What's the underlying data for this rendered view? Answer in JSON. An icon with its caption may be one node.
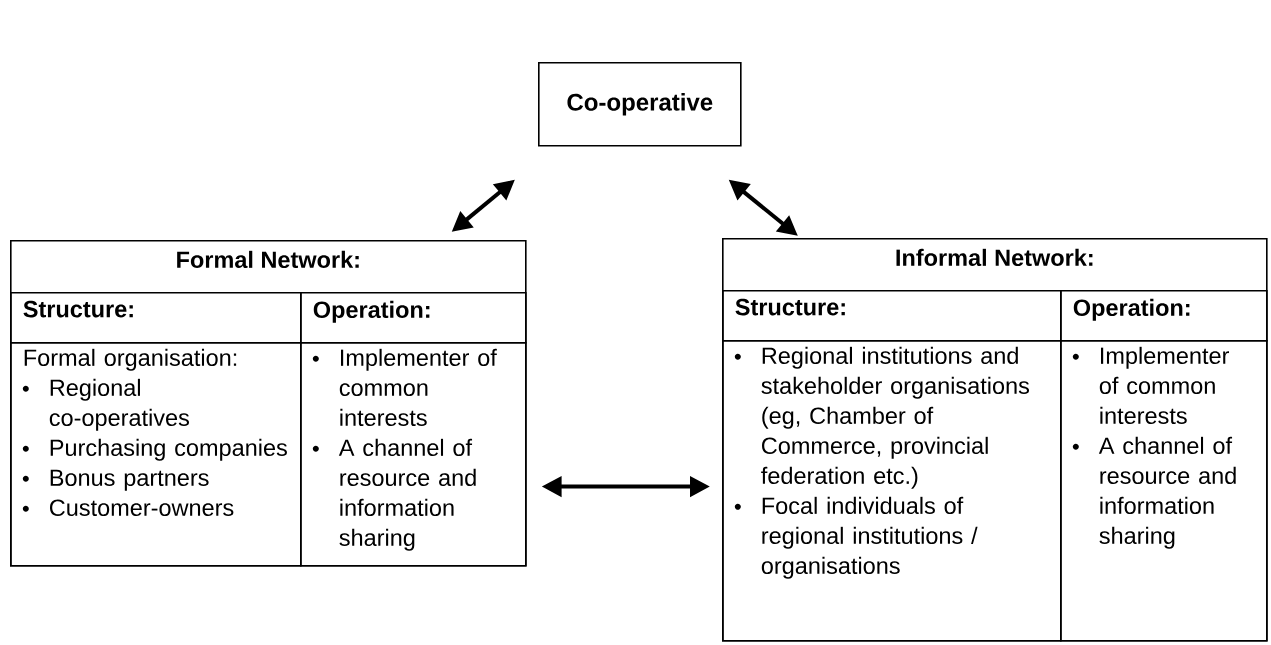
{
  "diagram": {
    "nodes": [
      {
        "text": [
          "Co-operative"
        ]
      },
      {
        "text": [
          "Formal Network:"
        ]
      },
      {
        "text": [
          "Structure:"
        ],
        "in": 1
      },
      {
        "text": [
          "Operation:"
        ],
        "in": 1
      },
      {
        "text": [
          "Formal organisation:",
          "Regional co-operatives",
          "Purchasing companies",
          "Bonus partners",
          "Customer-owners"
        ],
        "in": 1
      },
      {
        "text": [
          "Implementer of common interests",
          "A channel of resource and information sharing"
        ],
        "in": 1
      },
      {
        "text": [
          "Informal Network:"
        ]
      },
      {
        "text": [
          "Structure:"
        ],
        "in": 6
      },
      {
        "text": [
          "Operation:"
        ],
        "in": 6
      },
      {
        "text": [
          "Regional institutions and stakeholder organisations (eg, Chamber of Commerce, provincial federation etc.)",
          "Focal individuals of regional institutions / organisations"
        ],
        "in": 6
      },
      {
        "text": [
          "Implementer of common interests",
          "A channel of resource and information sharing"
        ],
        "in": 6
      }
    ],
    "edges": [
      {
        "from": 0,
        "to": 1,
        "arrow": "both"
      },
      {
        "from": 0,
        "to": 6,
        "arrow": "both"
      },
      {
        "from": 1,
        "to": 6,
        "arrow": "both"
      }
    ]
  }
}
